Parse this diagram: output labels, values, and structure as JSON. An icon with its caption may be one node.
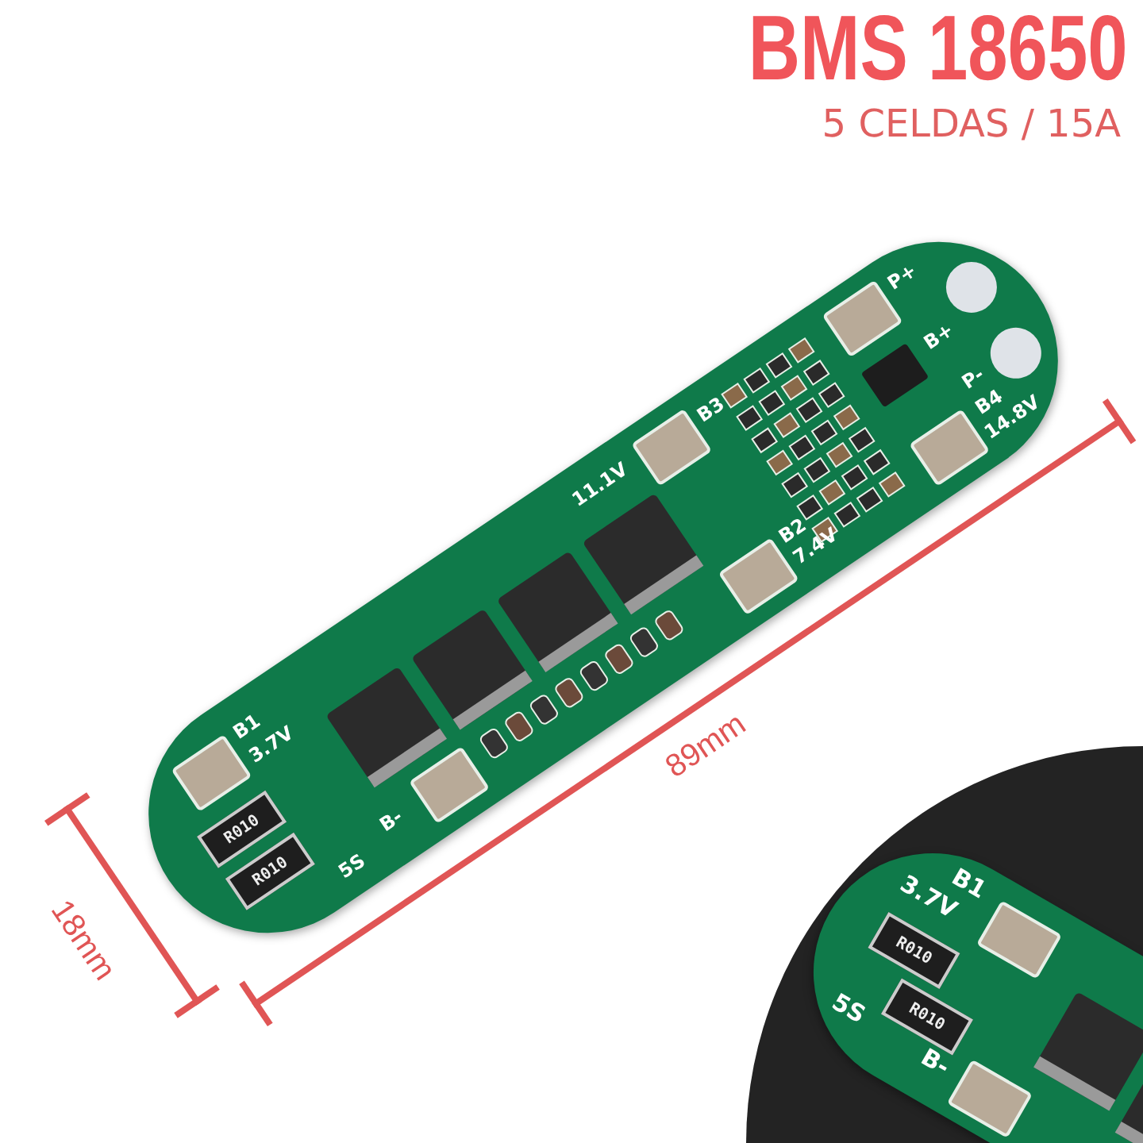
{
  "diagram": {
    "title": "BMS 18650",
    "labels": [
      "5 CELDAS / 15A",
      "P+",
      "B+",
      "P-",
      "B4",
      "14.8V",
      "11.1V",
      "B3",
      "B2",
      "7.4V",
      "89mm",
      "B1",
      "3.7V",
      "R010",
      "R010",
      "B-",
      "5S",
      "18mm",
      "B1",
      "3.7V",
      "R010",
      "R010",
      "5S",
      "B-"
    ]
  }
}
